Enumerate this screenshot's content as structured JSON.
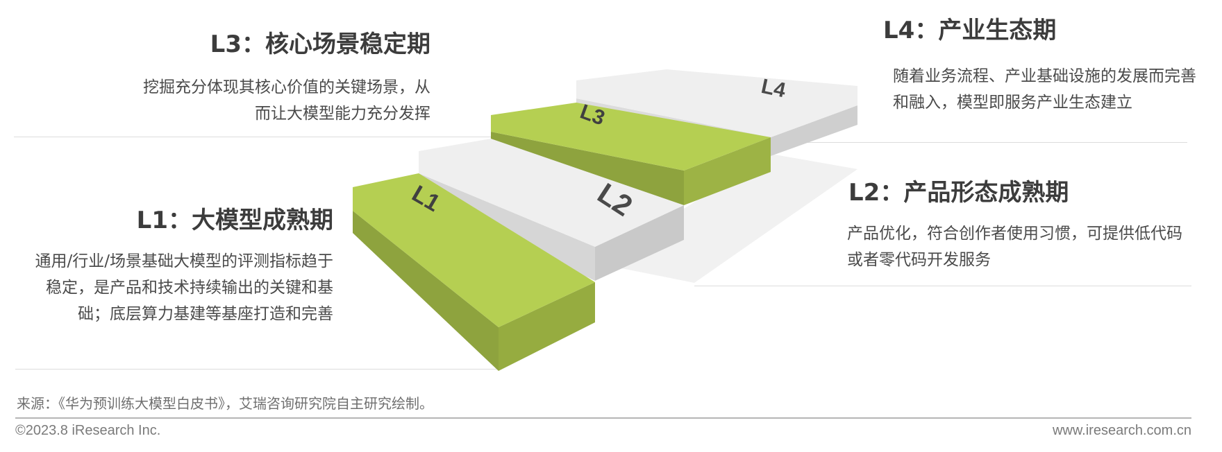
{
  "stages": {
    "l1": {
      "step_label": "L1",
      "title": "L1：大模型成熟期",
      "description": "通用/行业/场景基础大模型的评测指标趋于稳定，是产品和技术持续输出的关键和基础；底层算力基建等基座打造和完善"
    },
    "l2": {
      "step_label": "L2",
      "title": "L2：产品形态成熟期",
      "description": "产品优化，符合创作者使用习惯，可提供低代码或者零代码开发服务"
    },
    "l3": {
      "step_label": "L3",
      "title": "L3：核心场景稳定期",
      "description": "挖掘充分体现其核心价值的关键场景，从而让大模型能力充分发挥"
    },
    "l4": {
      "step_label": "L4",
      "title": "L4：产业生态期",
      "description": "随着业务流程、产业基础设施的发展而完善和融入，模型即服务产业生态建立"
    }
  },
  "colors": {
    "green_top": "#b5cf52",
    "green_side": "#8ea33e",
    "gray_top": "#efefef",
    "gray_side": "#d6d6d6"
  },
  "source": "来源：《华为预训练大模型白皮书》，艾瑞咨询研究院自主研究绘制。",
  "footer": {
    "copyright": "©2023.8 iResearch Inc.",
    "website": "www.iresearch.com.cn"
  }
}
